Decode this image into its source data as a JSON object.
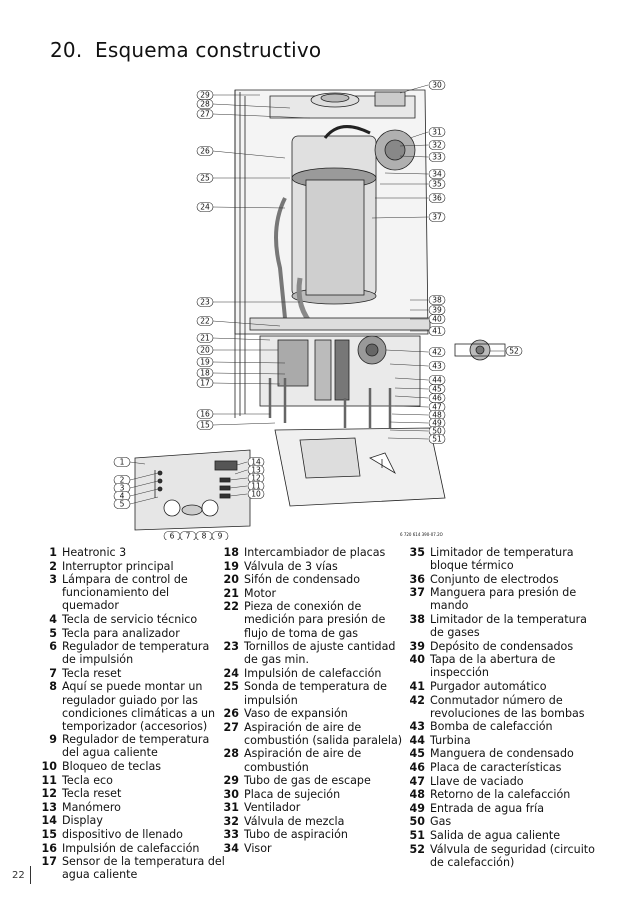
{
  "section": {
    "number": "20.",
    "title": "Esquema constructivo"
  },
  "figure": {
    "image_code": "6 720 614 390-07.2O",
    "callouts_left": [
      "29",
      "28",
      "27",
      "26",
      "25",
      "24",
      "23",
      "22",
      "21",
      "20",
      "19",
      "18",
      "17",
      "16",
      "15"
    ],
    "callouts_right": [
      "30",
      "31",
      "32",
      "33",
      "34",
      "35",
      "36",
      "37",
      "38",
      "39",
      "40",
      "41",
      "42",
      "43",
      "44",
      "45",
      "46",
      "47",
      "48",
      "49",
      "50",
      "51"
    ],
    "callouts_panel_left": [
      "1",
      "2",
      "3",
      "4",
      "5"
    ],
    "callouts_panel_right": [
      "14",
      "13",
      "12",
      "11",
      "10"
    ],
    "callouts_panel_bottom": [
      "6",
      "7",
      "8",
      "9"
    ],
    "callout_detail": "52"
  },
  "legend": {
    "col1": [
      {
        "n": "1",
        "t": "Heatronic 3"
      },
      {
        "n": "2",
        "t": "Interruptor principal"
      },
      {
        "n": "3",
        "t": "Lámpara de control de funcionamiento del quemador"
      },
      {
        "n": "4",
        "t": "Tecla de servicio técnico"
      },
      {
        "n": "5",
        "t": "Tecla para analizador"
      },
      {
        "n": "6",
        "t": "Regulador de temperatura de impulsión"
      },
      {
        "n": "7",
        "t": "Tecla reset"
      },
      {
        "n": "8",
        "t": "Aquí se puede montar un regulador guiado por las condiciones climáticas a un temporizador (accesorios)"
      },
      {
        "n": "9",
        "t": "Regulador de temperatura del agua caliente"
      },
      {
        "n": "10",
        "t": "Bloqueo de teclas"
      },
      {
        "n": "11",
        "t": "Tecla eco"
      },
      {
        "n": "12",
        "t": "Tecla reset"
      },
      {
        "n": "13",
        "t": "Manómero"
      },
      {
        "n": "14",
        "t": "Display"
      },
      {
        "n": "15",
        "t": "dispositivo de llenado"
      },
      {
        "n": "16",
        "t": "Impulsión de calefacción"
      },
      {
        "n": "17",
        "t": "Sensor de la temperatura del agua caliente"
      }
    ],
    "col2": [
      {
        "n": "18",
        "t": "Intercambiador de placas"
      },
      {
        "n": "19",
        "t": "Válvula de 3 vías"
      },
      {
        "n": "20",
        "t": "Sifón de condensado"
      },
      {
        "n": "21",
        "t": "Motor"
      },
      {
        "n": "22",
        "t": "Pieza de conexión de medición para presión de flujo de toma de gas"
      },
      {
        "n": "23",
        "t": "Tornillos de ajuste cantidad de gas min."
      },
      {
        "n": "24",
        "t": "Impulsión de calefacción"
      },
      {
        "n": "25",
        "t": "Sonda de temperatura de impulsión"
      },
      {
        "n": "26",
        "t": "Vaso de expansión"
      },
      {
        "n": "27",
        "t": "Aspiración de aire de combustión (salida paralela)"
      },
      {
        "n": "28",
        "t": "Aspiración de aire de combustión"
      },
      {
        "n": "29",
        "t": "Tubo de gas de escape"
      },
      {
        "n": "30",
        "t": "Placa de sujeción"
      },
      {
        "n": "31",
        "t": "Ventilador"
      },
      {
        "n": "32",
        "t": "Válvula de mezcla"
      },
      {
        "n": "33",
        "t": "Tubo de aspiración"
      },
      {
        "n": "34",
        "t": "Visor"
      }
    ],
    "col3": [
      {
        "n": "35",
        "t": "Limitador de temperatura bloque térmico"
      },
      {
        "n": "36",
        "t": "Conjunto de electrodos"
      },
      {
        "n": "37",
        "t": "Manguera para presión de mando"
      },
      {
        "n": "38",
        "t": "Limitador de la temperatura de gases"
      },
      {
        "n": "39",
        "t": "Depósito de condensados"
      },
      {
        "n": "40",
        "t": "Tapa de la abertura de inspección"
      },
      {
        "n": "41",
        "t": "Purgador automático"
      },
      {
        "n": "42",
        "t": "Conmutador número de revoluciones de las bombas"
      },
      {
        "n": "43",
        "t": "Bomba de calefacción"
      },
      {
        "n": "44",
        "t": "Turbina"
      },
      {
        "n": "45",
        "t": "Manguera de condensado"
      },
      {
        "n": "46",
        "t": "Placa de características"
      },
      {
        "n": "47",
        "t": "Llave de vaciado"
      },
      {
        "n": "48",
        "t": "Retorno de la calefacción"
      },
      {
        "n": "49",
        "t": "Entrada de agua fría"
      },
      {
        "n": "50",
        "t": "Gas"
      },
      {
        "n": "51",
        "t": "Salida de agua caliente"
      },
      {
        "n": "52",
        "t": "Válvula de seguridad (circuito de calefacción)"
      }
    ]
  },
  "footer": {
    "page_number": "22"
  }
}
